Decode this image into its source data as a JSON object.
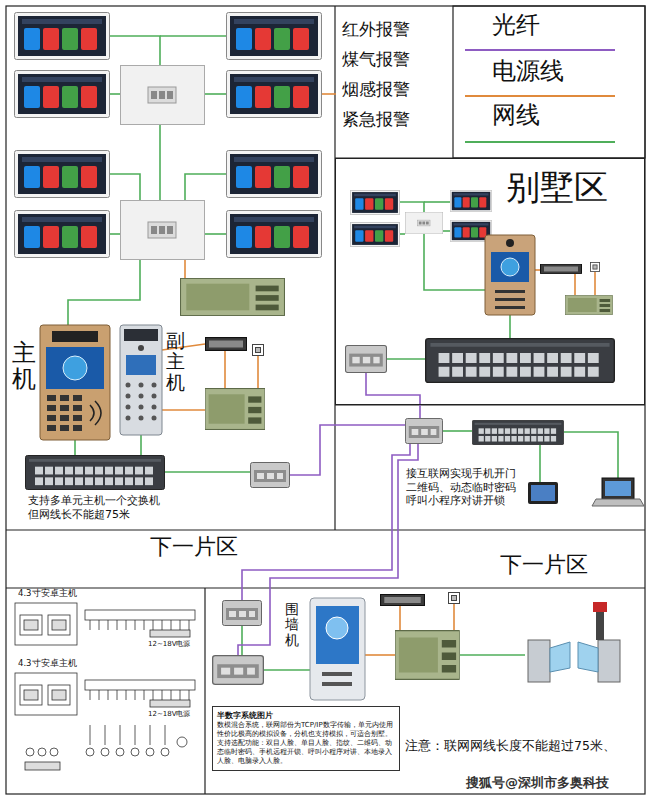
{
  "diagram": {
    "nodes": [
      {
        "text": [
          "别墅区"
        ]
      },
      {
        "text": [
          "半数字系统图片",
          "数模混合系统，联网部份为TCP/IP数字传输，单元内使用性价比极高的模拟设备，分机也支持模拟，可适合别墅。",
          "支持选配功能：双目人脸、单目人脸、指纹、二维码、动态临时密码、手机远程开锁、呼叫小程序对讲、本地录入人脸、电脑录入人脸。"
        ]
      },
      {
        "text": [
          "注意：联网网线长度不能超过75米、"
        ]
      }
    ],
    "labels": [
      "红外报警",
      "煤气报警",
      "烟感报警",
      "紧急报警",
      "主机",
      "副主机",
      "支持多单元主机一个交换机 但网线长不能超75米",
      "接互联网实现手机开门 二维码、动态临时密码 呼叫小程序对讲开锁",
      "下一片区",
      "下一片区",
      "围墙机",
      "4.3寸安卓主机",
      "4.3寸安卓主机",
      "12~18V电源",
      "12~18V电源",
      "搜狐号@深圳市多奥科技"
    ],
    "legend": [
      {
        "text": "光纤"
      },
      {
        "text": "电源线"
      },
      {
        "text": "网线"
      }
    ]
  }
}
